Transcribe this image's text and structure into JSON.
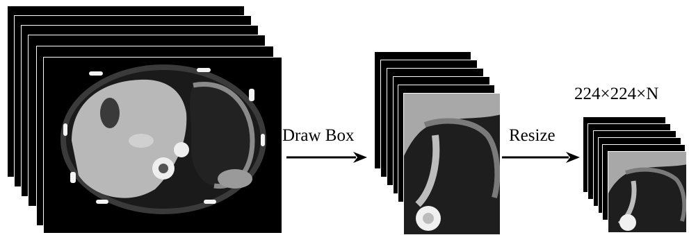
{
  "steps": {
    "draw_box_label": "Draw Box",
    "resize_label": "Resize",
    "output_size_label": "224×224×N"
  },
  "colors": {
    "background": "#ffffff",
    "slice_fill": "#000000",
    "arrow": "#000000",
    "tissue_light": "#bdbdbd",
    "tissue_dark": "#2a2a2a",
    "bone": "#f4f4f4"
  }
}
